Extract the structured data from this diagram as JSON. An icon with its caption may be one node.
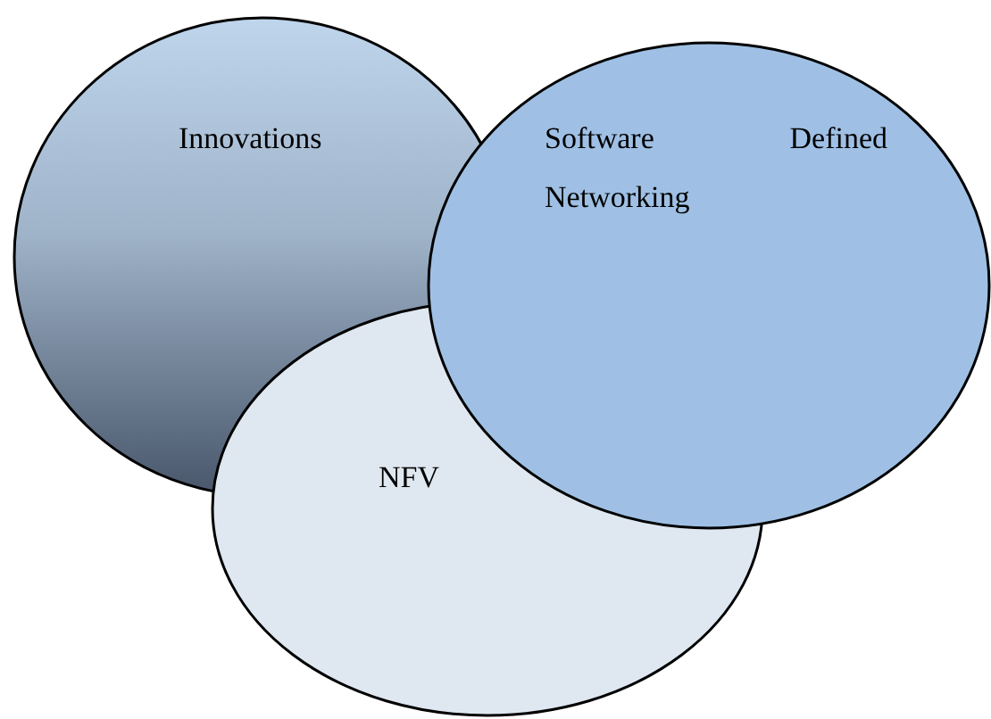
{
  "diagram": {
    "nodes": [
      {
        "text": [
          "Innovations"
        ]
      },
      {
        "text": [
          "Software Defined Networking"
        ]
      },
      {
        "text": [
          "NFV"
        ]
      }
    ]
  }
}
